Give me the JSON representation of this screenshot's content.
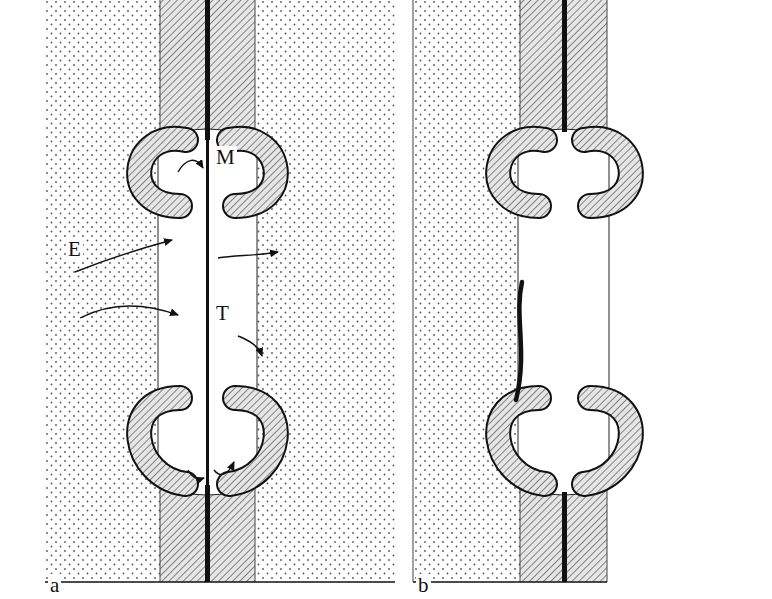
{
  "diagram": {
    "labels": [
      "E",
      "M",
      "T",
      "a",
      "b"
    ]
  }
}
